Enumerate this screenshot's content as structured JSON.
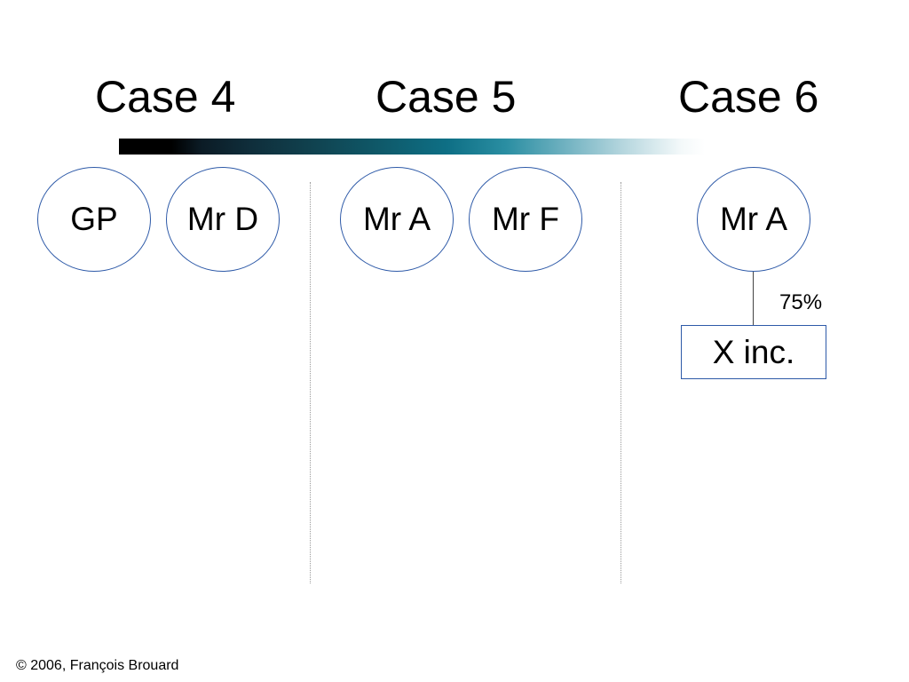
{
  "cases": {
    "case4": {
      "title": "Case 4",
      "nodes": [
        "GP",
        "Mr D"
      ]
    },
    "case5": {
      "title": "Case 5",
      "nodes": [
        "Mr A",
        "Mr F"
      ]
    },
    "case6": {
      "title": "Case 6",
      "owner": "Mr A",
      "ownership": "75%",
      "company": "X inc."
    }
  },
  "colors": {
    "node_border": "#2e5aa8",
    "bar_start": "#000000",
    "bar_mid": "#0e6f85",
    "bar_end": "#ffffff"
  },
  "footer": "© 2006, François Brouard"
}
